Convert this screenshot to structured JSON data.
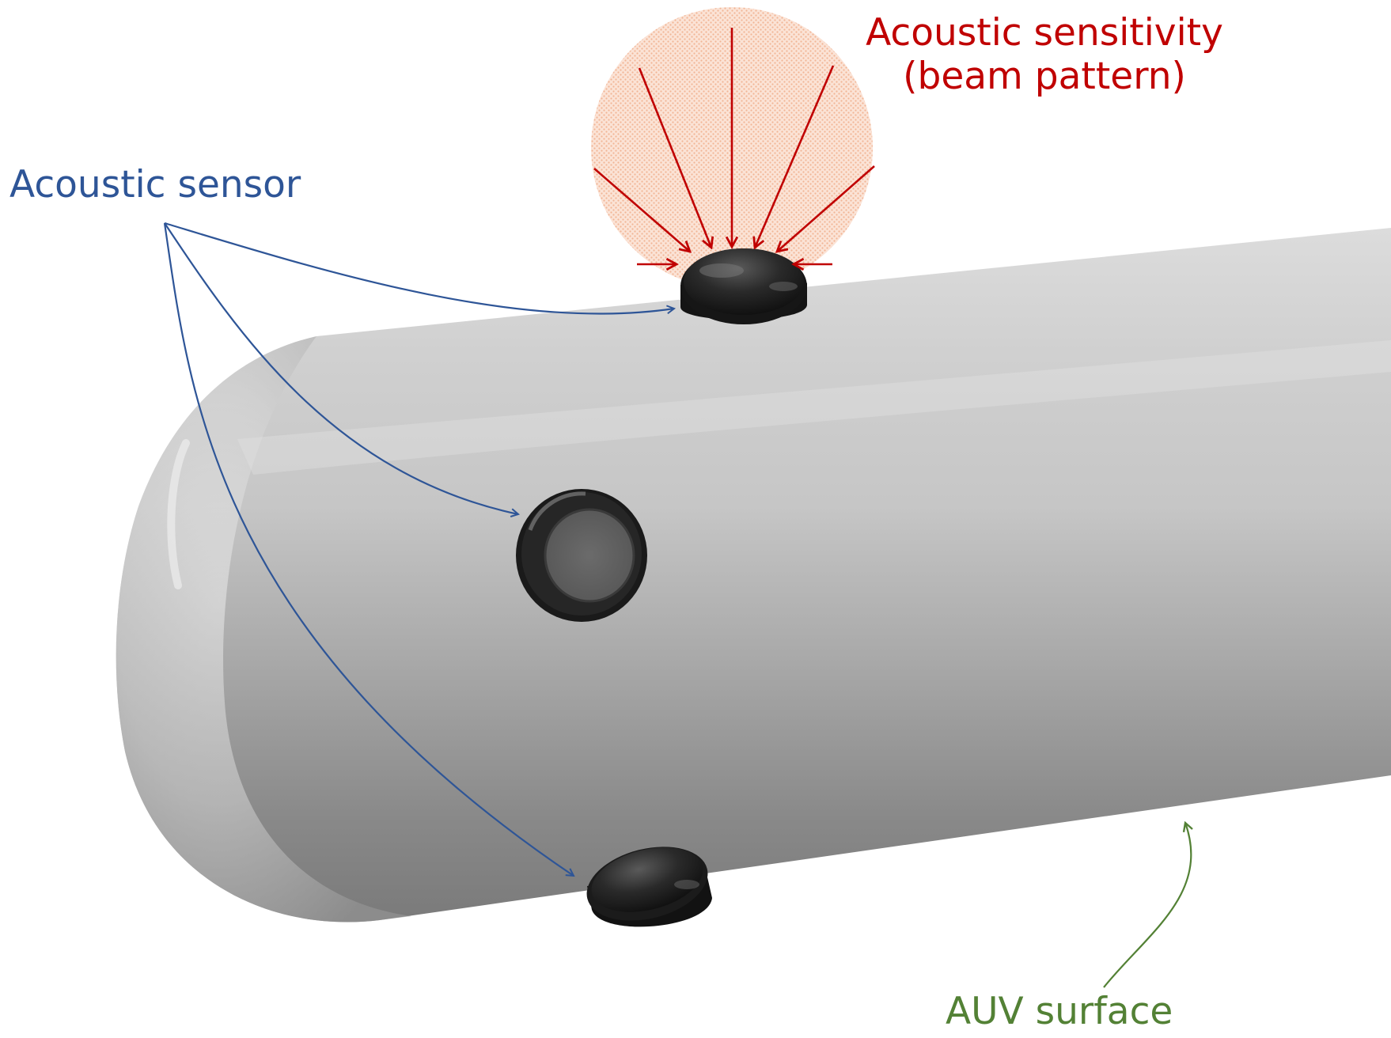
{
  "labels": {
    "acoustic_sensor": "Acoustic sensor",
    "beam_line1": "Acoustic sensitivity",
    "beam_line2": "(beam pattern)",
    "auv_surface": "AUV surface"
  },
  "colors": {
    "sensor_label": "#2e5597",
    "beam_label": "#c00000",
    "auv_label": "#538135",
    "beam_fill": "#f7cdb6",
    "sensor_body": "#1e1e1e",
    "hull_light": "#e4e4e4",
    "hull_dark": "#7b7b7b"
  },
  "icons": {
    "hull": "auv-hull-icon",
    "sensors": [
      "sensor-top-icon",
      "sensor-side-icon",
      "sensor-bottom-icon"
    ],
    "beam": "beam-pattern-icon"
  }
}
